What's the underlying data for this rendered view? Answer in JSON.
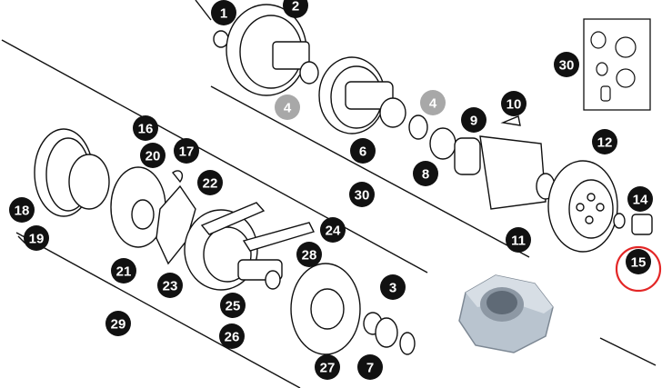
{
  "diagram": {
    "highlight_color": "#e32626",
    "part_fill": "#ffffff",
    "stroke_color": "#111111",
    "nut_color": "#b9c4cf",
    "callouts": [
      {
        "id": "c1",
        "label": "1",
        "style": "dark"
      },
      {
        "id": "c2",
        "label": "2",
        "style": "dark"
      },
      {
        "id": "c4a",
        "label": "4",
        "style": "grey"
      },
      {
        "id": "c4b",
        "label": "4",
        "style": "grey"
      },
      {
        "id": "c6",
        "label": "6",
        "style": "dark"
      },
      {
        "id": "c8",
        "label": "8",
        "style": "dark"
      },
      {
        "id": "c9",
        "label": "9",
        "style": "dark"
      },
      {
        "id": "c10",
        "label": "10",
        "style": "dark"
      },
      {
        "id": "c11",
        "label": "11",
        "style": "dark"
      },
      {
        "id": "c12",
        "label": "12",
        "style": "dark"
      },
      {
        "id": "c14",
        "label": "14",
        "style": "dark"
      },
      {
        "id": "c15",
        "label": "15",
        "style": "dark",
        "highlighted": true
      },
      {
        "id": "c30a",
        "label": "30",
        "style": "dark"
      },
      {
        "id": "c30b",
        "label": "30",
        "style": "dark"
      },
      {
        "id": "c16",
        "label": "16",
        "style": "dark"
      },
      {
        "id": "c17",
        "label": "17",
        "style": "dark"
      },
      {
        "id": "c18",
        "label": "18",
        "style": "dark"
      },
      {
        "id": "c19",
        "label": "19",
        "style": "dark"
      },
      {
        "id": "c20",
        "label": "20",
        "style": "dark"
      },
      {
        "id": "c21",
        "label": "21",
        "style": "dark"
      },
      {
        "id": "c22",
        "label": "22",
        "style": "dark"
      },
      {
        "id": "c23",
        "label": "23",
        "style": "dark"
      },
      {
        "id": "c24",
        "label": "24",
        "style": "dark"
      },
      {
        "id": "c25",
        "label": "25",
        "style": "dark"
      },
      {
        "id": "c26",
        "label": "26",
        "style": "dark"
      },
      {
        "id": "c27",
        "label": "27",
        "style": "dark"
      },
      {
        "id": "c28",
        "label": "28",
        "style": "dark"
      },
      {
        "id": "c29",
        "label": "29",
        "style": "dark"
      },
      {
        "id": "c3",
        "label": "3",
        "style": "dark"
      },
      {
        "id": "c7",
        "label": "7",
        "style": "dark"
      }
    ]
  }
}
